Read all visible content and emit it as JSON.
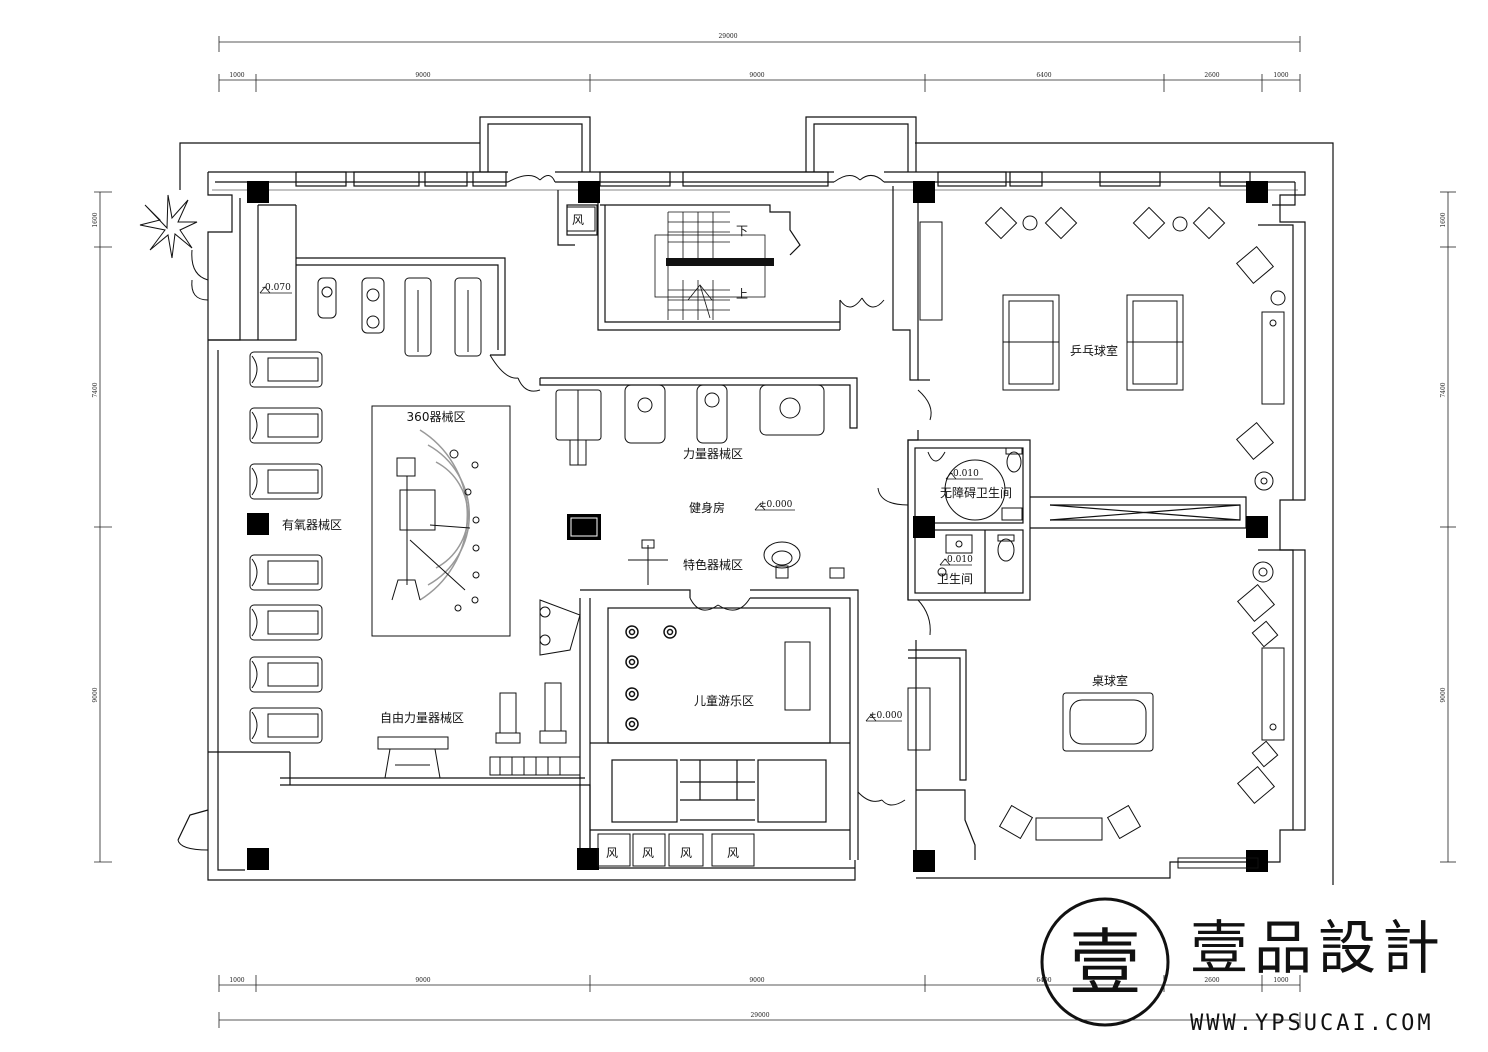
{
  "dimensions": {
    "top_total": "29000",
    "top_segments": [
      "1000",
      "9000",
      "9000",
      "6400",
      "2600",
      "1000"
    ],
    "bottom_total": "29000",
    "bottom_segments": [
      "1000",
      "9000",
      "9000",
      "6400",
      "2600",
      "1000"
    ],
    "left_segments": [
      "1600",
      "7400",
      "9000"
    ],
    "right_segments": [
      "1600",
      "7400",
      "9000"
    ]
  },
  "levels": {
    "entry": "-0.070",
    "gym": "±0.000",
    "accessible_wc": "-0.010",
    "wc": "-0.010",
    "billiards": "±0.000"
  },
  "rooms": {
    "zone_360": "360器械区",
    "cardio": "有氧器械区",
    "strength": "力量器械区",
    "gym": "健身房",
    "featured": "特色器械区",
    "free_weights": "自由力量器械区",
    "kids": "儿童游乐区",
    "ping_pong": "乒乓球室",
    "accessible_wc": "无障碍卫生间",
    "wc": "卫生间",
    "billiards": "桌球室"
  },
  "stair": {
    "down": "下",
    "up": "上"
  },
  "vents": [
    "风",
    "风",
    "风",
    "风",
    "风"
  ],
  "brand": {
    "name": "壹品設計",
    "seal": "壹",
    "url": "WWW.YPSUCAI.COM"
  }
}
